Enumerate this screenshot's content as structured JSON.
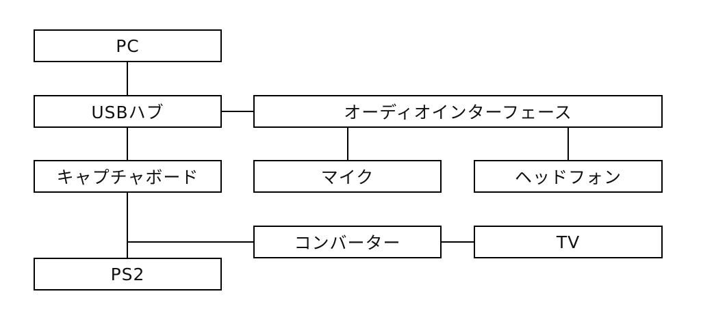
{
  "nodes": {
    "pc": "PC",
    "usb_hub": "USBハブ",
    "capture_board": "キャプチャボード",
    "ps2": "PS2",
    "audio_interface": "オーディオインターフェース",
    "microphone": "マイク",
    "headphones": "ヘッドフォン",
    "converter": "コンバーター",
    "tv": "TV"
  },
  "colors": {
    "line": "#000000",
    "box_border": "#000000",
    "background": "#ffffff"
  }
}
